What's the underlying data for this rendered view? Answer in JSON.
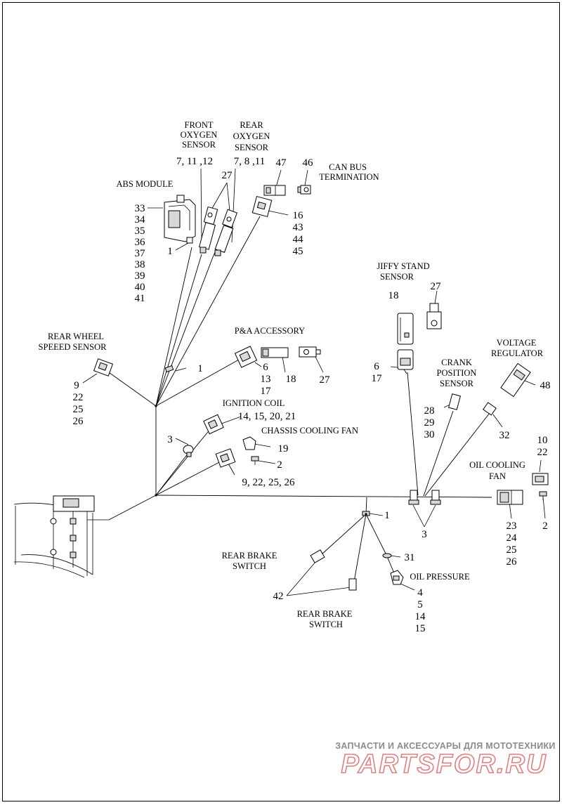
{
  "labels": {
    "front_oxygen": [
      "FRONT",
      "OXYGEN",
      "SENSOR"
    ],
    "rear_oxygen": [
      "REAR",
      "OXYGEN",
      "SENSOR"
    ],
    "can_bus": [
      "CAN BUS",
      "TERMINATION"
    ],
    "abs_module": "ABS MODULE",
    "rear_wheel_speed": [
      "REAR WHEEL",
      "SPEEED SENSOR"
    ],
    "pa_accessory": "P&A ACCESSORY",
    "ignition_coil": "IGNITION COIL",
    "chassis_cooling_fan": "CHASSIS COOLING FAN",
    "jiffy_stand": [
      "JIFFY STAND",
      "SENSOR"
    ],
    "crank_position": [
      "CRANK",
      "POSITION",
      "SENSOR"
    ],
    "voltage_regulator": [
      "VOLTAGE",
      "REGULATOR"
    ],
    "oil_cooling_fan": [
      "OIL COOLING",
      "FAN"
    ],
    "rear_brake_switch_upper": [
      "REAR BRAKE",
      "SWITCH"
    ],
    "rear_brake_switch_lower": [
      "REAR BRAKE",
      "SWITCH"
    ],
    "oil_pressure": "OIL PRESSURE"
  },
  "callouts": {
    "front_oxygen": "7, 11 ,12",
    "rear_oxygen": "7, 8 ,11",
    "o2_connector": "27",
    "c47": "47",
    "c46": "46",
    "abs": [
      "33",
      "34",
      "35",
      "36",
      "37",
      "38",
      "39",
      "40",
      "41"
    ],
    "abs_clip": "1",
    "can_bus_conn": [
      "16",
      "43",
      "44",
      "45"
    ],
    "jiffy_18": "18",
    "jiffy_27": "27",
    "jiffy_conn": [
      "6",
      "17"
    ],
    "rear_wheel": [
      "9",
      "22",
      "25",
      "26"
    ],
    "clip_upper": "1",
    "pa_conn": [
      "6",
      "13",
      "17"
    ],
    "pa_18": "18",
    "pa_27": "27",
    "ignition": "14, 15, 20, 21",
    "ign_3": "3",
    "chassis_19": "19",
    "chassis_2": "2",
    "chassis_conn": "9, 22, 25, 26",
    "crank": [
      "28",
      "29",
      "30"
    ],
    "voltage_48": "48",
    "voltage_32": "32",
    "oil_fan_top": [
      "10",
      "22"
    ],
    "oil_fan_conn": [
      "23",
      "24",
      "25",
      "26"
    ],
    "oil_fan_2": "2",
    "grommet_3": "3",
    "clip_lower": "1",
    "c31": "31",
    "oil_pressure": [
      "4",
      "5",
      "14",
      "15"
    ],
    "brake_42": "42"
  },
  "watermark": {
    "line1": "ЗАПЧАСТИ И АКСЕССУАРЫ ДЛЯ МОТОТЕХНИКИ",
    "line2": "PARTSFOR.RU"
  }
}
